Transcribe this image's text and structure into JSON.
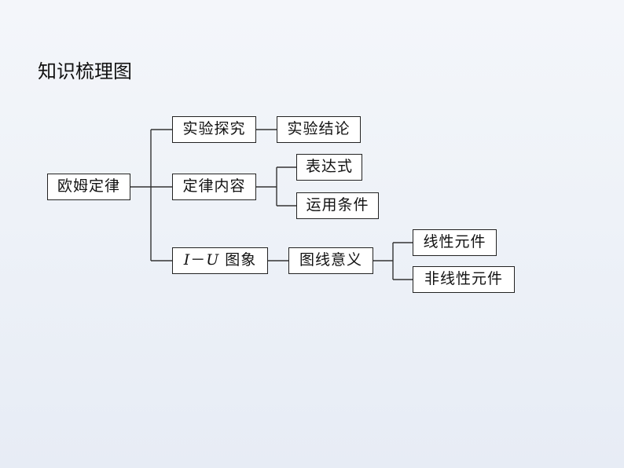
{
  "title": "知识梳理图",
  "root": "欧姆定律",
  "branch1": {
    "label": "实验探究",
    "child": "实验结论"
  },
  "branch2": {
    "label": "定律内容",
    "children": [
      "表达式",
      "运用条件"
    ]
  },
  "branch3": {
    "label_i": "I",
    "label_dash": "－",
    "label_u": "U",
    "label_rest": " 图象",
    "mid": "图线意义",
    "children": [
      "线性元件",
      "非线性元件"
    ]
  }
}
